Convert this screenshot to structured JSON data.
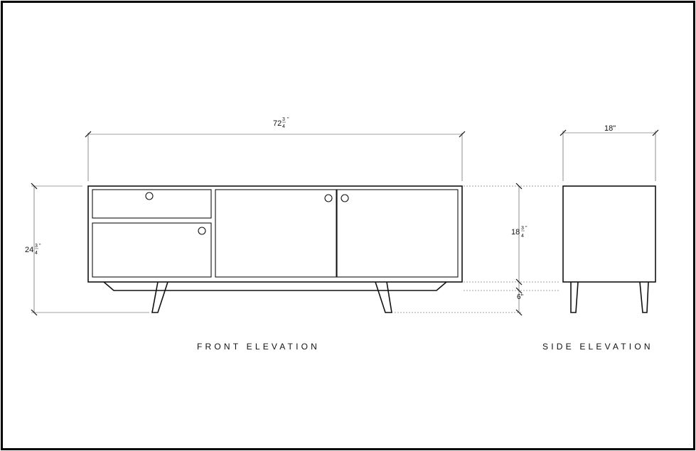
{
  "dimensions": {
    "overall_width": {
      "whole": "72",
      "num": "3",
      "den": "4",
      "unit": "\""
    },
    "overall_height": {
      "whole": "24",
      "num": "3",
      "den": "4",
      "unit": "\""
    },
    "case_height": {
      "whole": "18",
      "num": "3",
      "den": "4",
      "unit": "\""
    },
    "leg_height": "6\"",
    "depth": "18\""
  },
  "views": {
    "front": "FRONT ELEVATION",
    "side": "SIDE ELEVATION"
  }
}
